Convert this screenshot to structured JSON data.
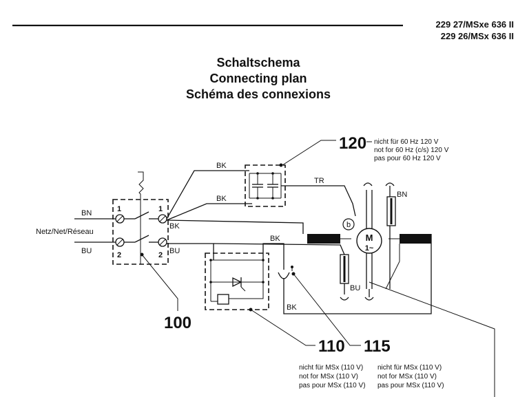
{
  "header": {
    "code_line_1": "229 27/MSxe 636 II",
    "code_line_2": "229 26/MSx 636 II"
  },
  "titles": {
    "de": "Schaltschema",
    "en": "Connecting plan",
    "fr": "Schéma des connexions"
  },
  "labels": {
    "bn_left": "BN",
    "bu_left": "BU",
    "netz": "Netz/Net/Réseau",
    "terminal_1_left": "1",
    "terminal_1_right": "1",
    "terminal_2_left": "2",
    "terminal_2_right": "2",
    "bk_switch": "BK",
    "bu_switch": "BU",
    "bk_top": "BK",
    "bk_mid": "BK",
    "tr": "TR",
    "bn_motor": "BN",
    "bu_motor": "BU",
    "bk_rectifier": "BK",
    "bk_bottom": "BK",
    "motor_b": "b",
    "motor_m": "M",
    "motor_phase": "1~"
  },
  "callouts": {
    "c120": {
      "number": "120",
      "note_de": "nicht für 60 Hz 120 V",
      "note_en": "not for 60 Hz (c/s) 120 V",
      "note_fr": "pas pour 60 Hz 120 V"
    },
    "c100": {
      "number": "100"
    },
    "c110": {
      "number": "110",
      "note_de": "nicht für MSx (110 V)",
      "note_en": "not for MSx (110 V)",
      "note_fr": "pas pour MSx (110 V)"
    },
    "c115": {
      "number": "115",
      "note_de": "nicht für MSx (110 V)",
      "note_en": "not for MSx (110 V)",
      "note_fr": "pas pour MSx (110 V)"
    }
  },
  "colors": {
    "ink": "#111111",
    "paper": "#ffffff"
  }
}
